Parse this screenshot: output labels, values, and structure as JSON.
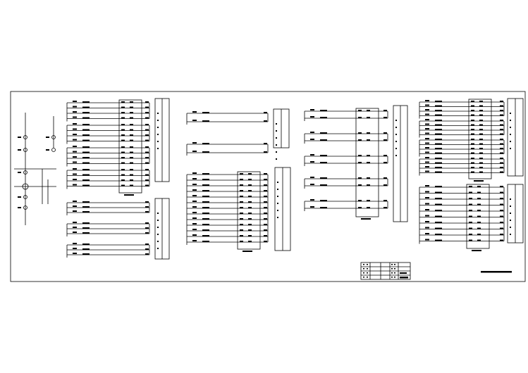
{
  "drawing": {
    "type": "electrical control schematic sheet",
    "line_color": "#000000",
    "background_color": "#ffffff"
  },
  "panels": [
    {
      "id": "panel-a",
      "circuit_groups": 4,
      "lines_per_group": 4
    },
    {
      "id": "panel-b",
      "circuit_groups": 3,
      "lines_per_group": 3
    },
    {
      "id": "panel-c",
      "circuit_groups": 2,
      "lines_per_group": 3
    },
    {
      "id": "panel-d",
      "circuit_groups": 1,
      "lines_per_group": 12
    },
    {
      "id": "panel-e",
      "circuit_groups": 5,
      "lines_per_group": 3
    },
    {
      "id": "panel-f",
      "circuit_groups": 4,
      "lines_per_group": 4
    },
    {
      "id": "panel-g",
      "circuit_groups": 1,
      "lines_per_group": 9
    }
  ]
}
